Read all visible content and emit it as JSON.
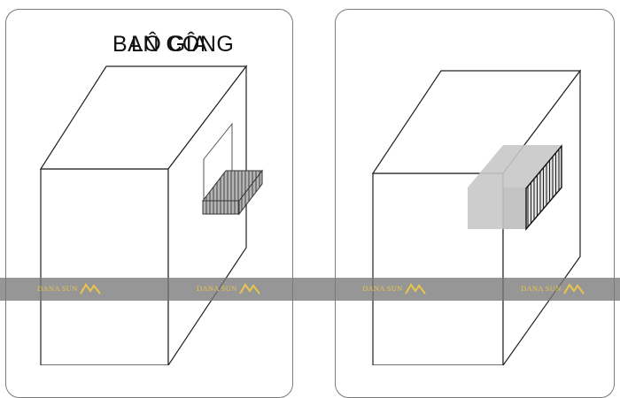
{
  "panels": [
    {
      "title": "BAN CÔNG"
    },
    {
      "title": "LÔ GIA"
    }
  ],
  "watermark": {
    "text": "DANA SUN"
  },
  "colors": {
    "outline": "#222222",
    "panel_border": "#7a7a7a",
    "balcony_fill": "#b5b5b5",
    "loggia_fill": "#c8c8c8",
    "watermark_band": "#787878",
    "watermark_text": "#e9c54a"
  }
}
